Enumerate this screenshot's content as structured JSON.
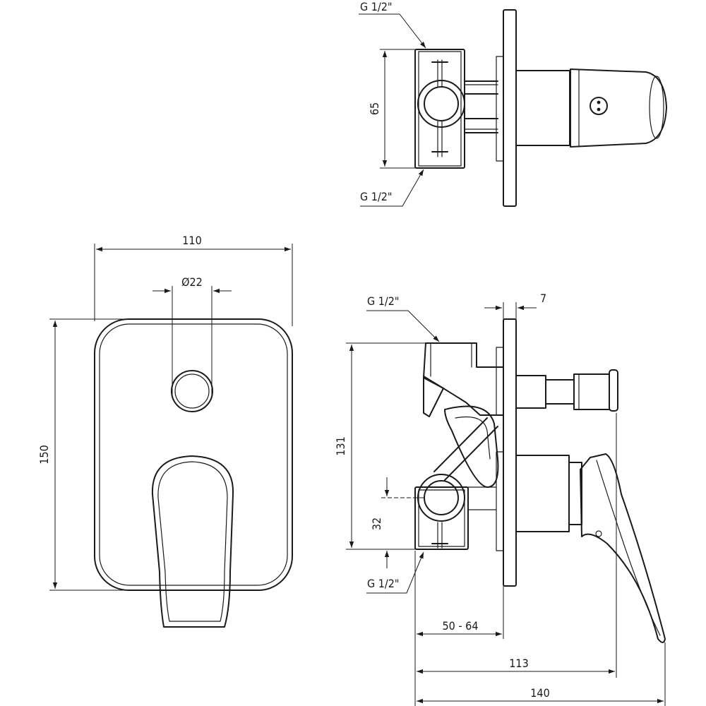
{
  "labels": {
    "top_thread_upper": "G 1/2\"",
    "top_thread_lower": "G 1/2\"",
    "top_height": "65",
    "front_width": "110",
    "front_hole_dia": "Ø22",
    "front_height": "150",
    "side_thread_upper": "G 1/2\"",
    "side_plate_thickness": "7",
    "side_height": "131",
    "side_outlet_offset": "32",
    "side_thread_lower": "G 1/2\"",
    "side_depth_range": "50 - 64",
    "side_depth_rod": "113",
    "side_depth_total": "140"
  }
}
